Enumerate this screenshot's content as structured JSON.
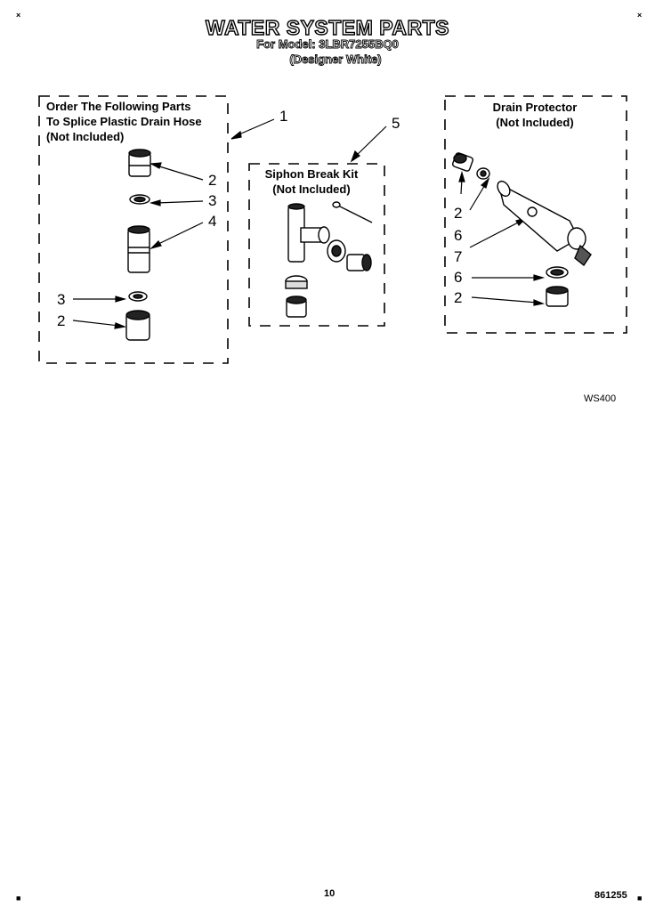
{
  "header": {
    "title": "WATER SYSTEM PARTS",
    "model_line": "For Model: 3LBR7255BQ0",
    "color_line": "(Designer White)"
  },
  "panels": {
    "splice": {
      "lines": [
        "Order The Following Parts",
        "To Splice Plastic Drain Hose",
        "(Not Included)"
      ],
      "callout": "1",
      "part_callouts": [
        "2",
        "3",
        "4",
        "3",
        "2"
      ]
    },
    "siphon": {
      "lines": [
        "Siphon Break Kit",
        "(Not Included)"
      ],
      "callout": "5"
    },
    "drain": {
      "lines": [
        "Drain Protector",
        "(Not Included)"
      ],
      "part_callouts": [
        "2",
        "6",
        "7",
        "6",
        "2"
      ]
    }
  },
  "diagram_code": "WS400",
  "footer": {
    "page_number": "10",
    "doc_number": "861255"
  },
  "icons": [
    "corner-mark-icon"
  ]
}
